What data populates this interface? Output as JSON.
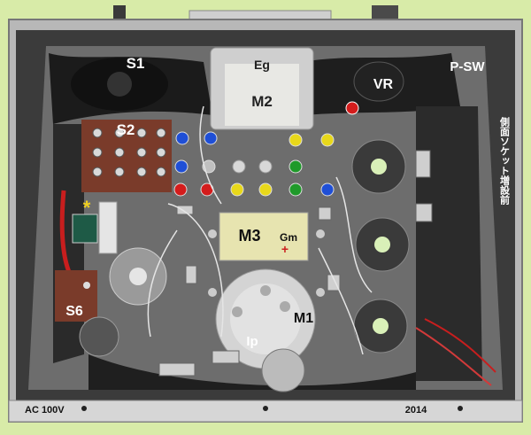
{
  "labels": {
    "s1": "S1",
    "s2": "S2",
    "s6": "S6",
    "eg": "Eg",
    "m2": "M2",
    "vr": "VR",
    "psw": "P-SW",
    "m3": "M3",
    "gm": "Gm",
    "m1": "M1",
    "ip": "Ip",
    "ac": "AC 100V",
    "year": "2014",
    "side": "側面ソケット増設前"
  },
  "colors": {
    "background": "#d8eba8",
    "chassis_edge": "#b8b8b8",
    "chassis_floor": "#6d6d6d",
    "wire_red": "#c81e1e",
    "knob_blue": "#1f4fd6",
    "knob_green": "#1f9a2a",
    "knob_yellow": "#e8d81a",
    "knob_red": "#d41c1c",
    "board_brown": "#7a3b2a"
  }
}
